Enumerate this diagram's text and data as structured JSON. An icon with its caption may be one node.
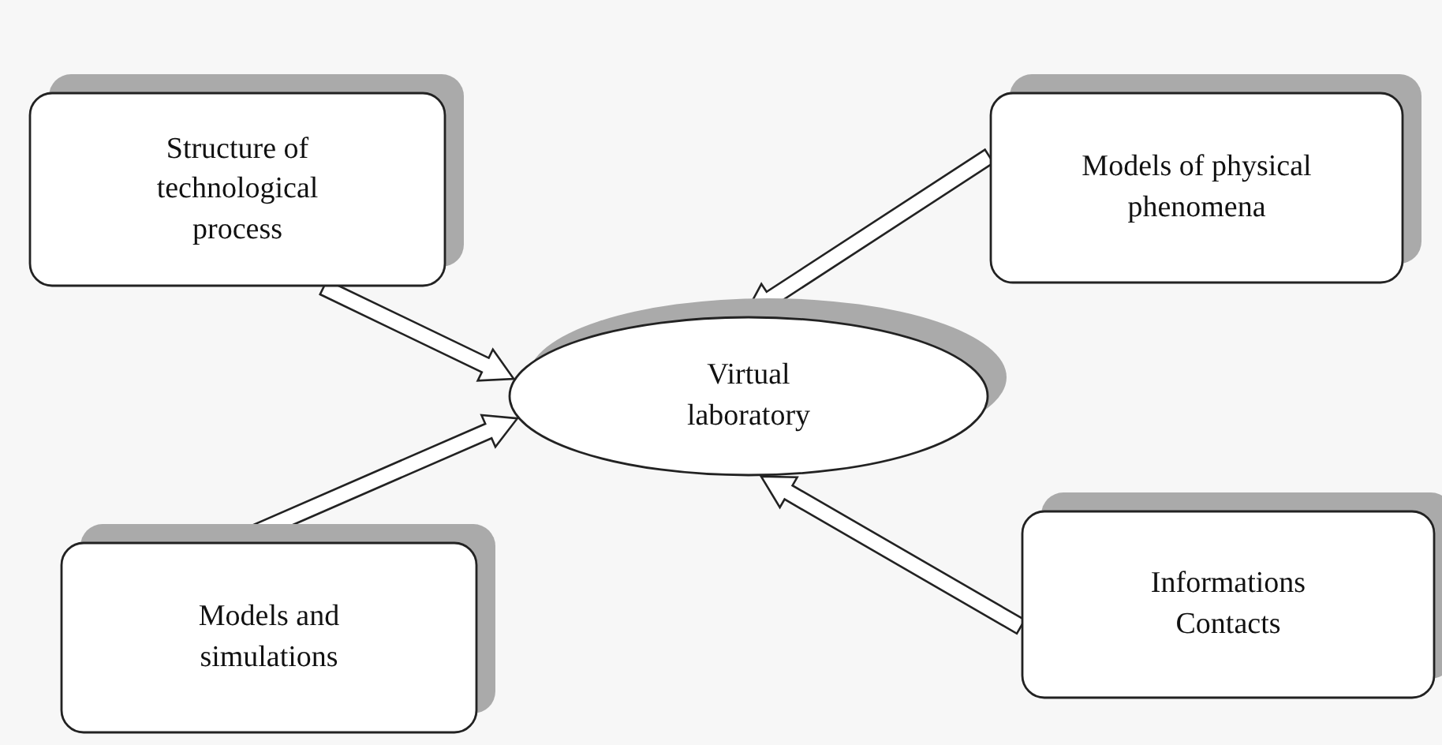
{
  "diagram": {
    "nodes": [
      {
        "text": [
          "Structure of technological process"
        ]
      },
      {
        "text": [
          "Models of physical phenomena"
        ]
      },
      {
        "text": [
          "Virtual laboratory"
        ]
      },
      {
        "text": [
          "Models and simulations"
        ]
      },
      {
        "text": [
          "Informations Contacts"
        ]
      }
    ],
    "edges": [
      {
        "from": 0,
        "to": 2,
        "arrow": "to"
      },
      {
        "from": 1,
        "to": 2,
        "arrow": "to"
      },
      {
        "from": 3,
        "to": 2,
        "arrow": "to"
      },
      {
        "from": 4,
        "to": 2,
        "arrow": "to"
      }
    ]
  }
}
